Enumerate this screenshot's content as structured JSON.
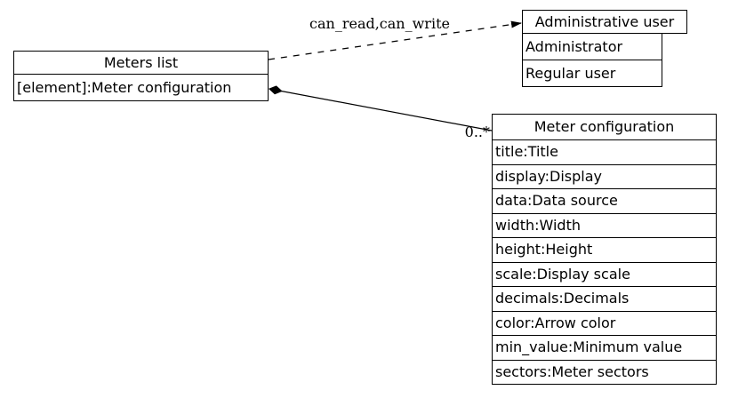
{
  "nodes": {
    "meters_list": {
      "title": "Meters list",
      "rows": [
        "[element]:Meter configuration"
      ]
    },
    "administrative_user": {
      "title": "Administrative user",
      "rows": [
        "Administrator",
        "Regular user"
      ]
    },
    "meter_configuration": {
      "title": "Meter configuration",
      "rows": [
        "title:Title",
        "display:Display",
        "data:Data source",
        "width:Width",
        "height:Height",
        "scale:Display scale",
        "decimals:Decimals",
        "color:Arrow color",
        "min_value:Minimum value",
        "sectors:Meter sectors"
      ]
    }
  },
  "edges": {
    "permission": {
      "label": "can_read,can_write",
      "style": "dashed",
      "head": "filled-arrow"
    },
    "composition": {
      "multiplicity": "0..*",
      "style": "solid",
      "tail": "filled-diamond"
    }
  },
  "colors": {
    "line": "#000000",
    "text": "#000000",
    "node_fill": "#ffffff",
    "background": "#ffffff"
  }
}
